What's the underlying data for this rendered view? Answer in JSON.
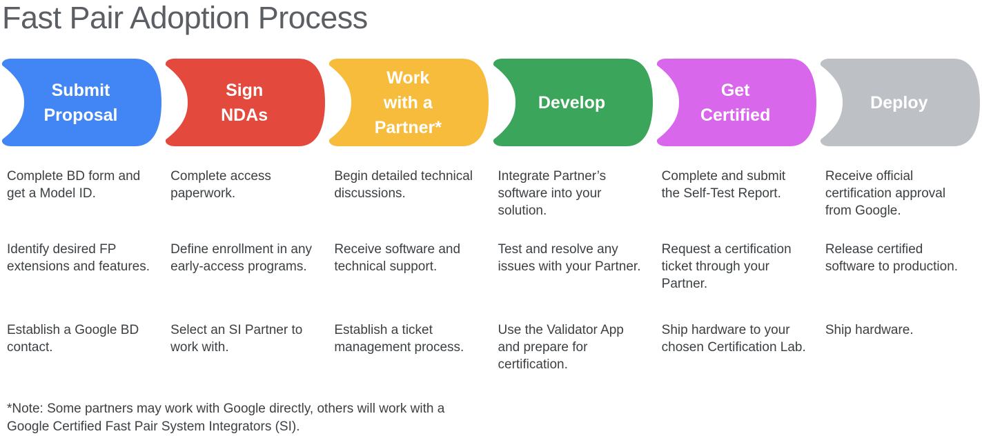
{
  "title": "Fast Pair Adoption Process",
  "colors": {
    "title_text": "#5b5e63",
    "body_text": "#3c4043",
    "stage_label_text": "#ffffff"
  },
  "stages": [
    {
      "label": "Submit\nProposal",
      "color": "#4285F4",
      "items": [
        "Complete BD form and get a Model ID.",
        "Identify desired FP extensions and features.",
        "Establish a Google BD contact."
      ]
    },
    {
      "label": "Sign\nNDAs",
      "color": "#E3493C",
      "items": [
        "Complete access paperwork.",
        "Define enrollment in any early-access programs.",
        "Select an SI Partner to work with."
      ]
    },
    {
      "label": "Work\nwith a\nPartner*",
      "color": "#F8BC3C",
      "items": [
        "Begin detailed technical discussions.",
        "Receive software and technical support.",
        "Establish a ticket management process."
      ]
    },
    {
      "label": "Develop",
      "color": "#3BA55B",
      "items": [
        "Integrate Partner’s software into your solution.",
        "Test and resolve any issues with your Partner.",
        "Use the Validator App and prepare for certification."
      ]
    },
    {
      "label": "Get\nCertified",
      "color": "#D867EC",
      "items": [
        "Complete and submit the Self-Test Report.",
        "Request a certification ticket through your Partner.",
        "Ship hardware to your chosen Certification Lab."
      ]
    },
    {
      "label": "Deploy",
      "color": "#BDC1C6",
      "items": [
        "Receive official certification approval from Google.",
        "Release certified software to production.",
        "Ship hardware."
      ]
    }
  ],
  "footnote": "*Note: Some partners may work with Google directly, others will work with a\nGoogle Certified Fast Pair System Integrators (SI)."
}
